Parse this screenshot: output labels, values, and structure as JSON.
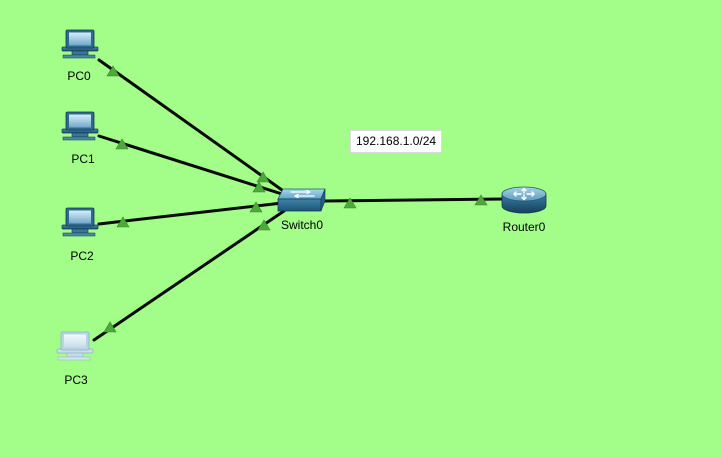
{
  "topology": {
    "devices": {
      "pc0": {
        "label": "PC0",
        "type": "pc"
      },
      "pc1": {
        "label": "PC1",
        "type": "pc"
      },
      "pc2": {
        "label": "PC2",
        "type": "pc"
      },
      "pc3": {
        "label": "PC3",
        "type": "pc"
      },
      "switch0": {
        "label": "Switch0",
        "type": "switch"
      },
      "router0": {
        "label": "Router0",
        "type": "router"
      }
    },
    "links": [
      {
        "from": "pc0",
        "to": "switch0",
        "status": "up"
      },
      {
        "from": "pc1",
        "to": "switch0",
        "status": "up"
      },
      {
        "from": "pc2",
        "to": "switch0",
        "status": "up"
      },
      {
        "from": "pc3",
        "to": "switch0",
        "status": "up"
      },
      {
        "from": "switch0",
        "to": "router0",
        "status": "up"
      }
    ],
    "note": "192.168.1.0/24"
  },
  "colors": {
    "background": "#a2fd89",
    "cable": "#0a0a0a",
    "link_up": "#4fa83a"
  },
  "icons": {
    "pc": "pc-icon",
    "switch": "switch-icon",
    "router": "router-icon",
    "link_status": "link-up-triangle-icon"
  }
}
